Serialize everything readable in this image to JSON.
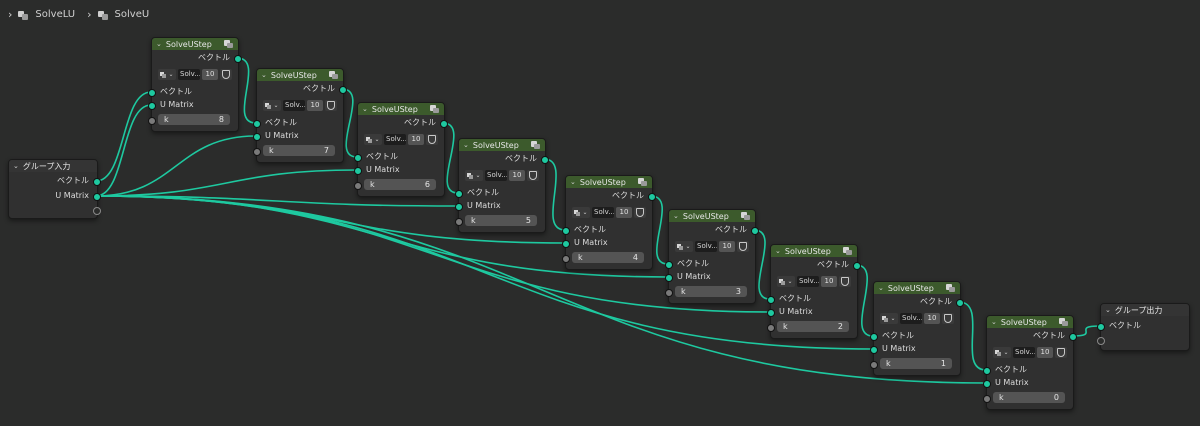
{
  "breadcrumb": [
    {
      "label": "SolveLU",
      "icon": "node-tree-icon"
    },
    {
      "label": "SolveU",
      "icon": "node-tree-icon"
    }
  ],
  "group_input": {
    "title": "グループ入力",
    "outputs": [
      "ベクトル",
      "U Matrix"
    ]
  },
  "group_output": {
    "title": "グループ出力",
    "inputs": [
      "ベクトル"
    ]
  },
  "step_node": {
    "title": "SolveUStep",
    "output_label": "ベクトル",
    "selector_name": "Solv...",
    "selector_users": "10",
    "input_vector_label": "ベクトル",
    "input_matrix_label": "U Matrix",
    "k_label": "k"
  },
  "steps": [
    {
      "k": "8"
    },
    {
      "k": "7"
    },
    {
      "k": "6"
    },
    {
      "k": "5"
    },
    {
      "k": "4"
    },
    {
      "k": "3"
    },
    {
      "k": "2"
    },
    {
      "k": "1"
    },
    {
      "k": "0"
    }
  ],
  "colors": {
    "background": "#2b2c2b",
    "node_body": "#303030",
    "header_geometry": "#3c5a2c",
    "socket_vector": "#1ec9a0",
    "link": "#1ec9a0"
  }
}
